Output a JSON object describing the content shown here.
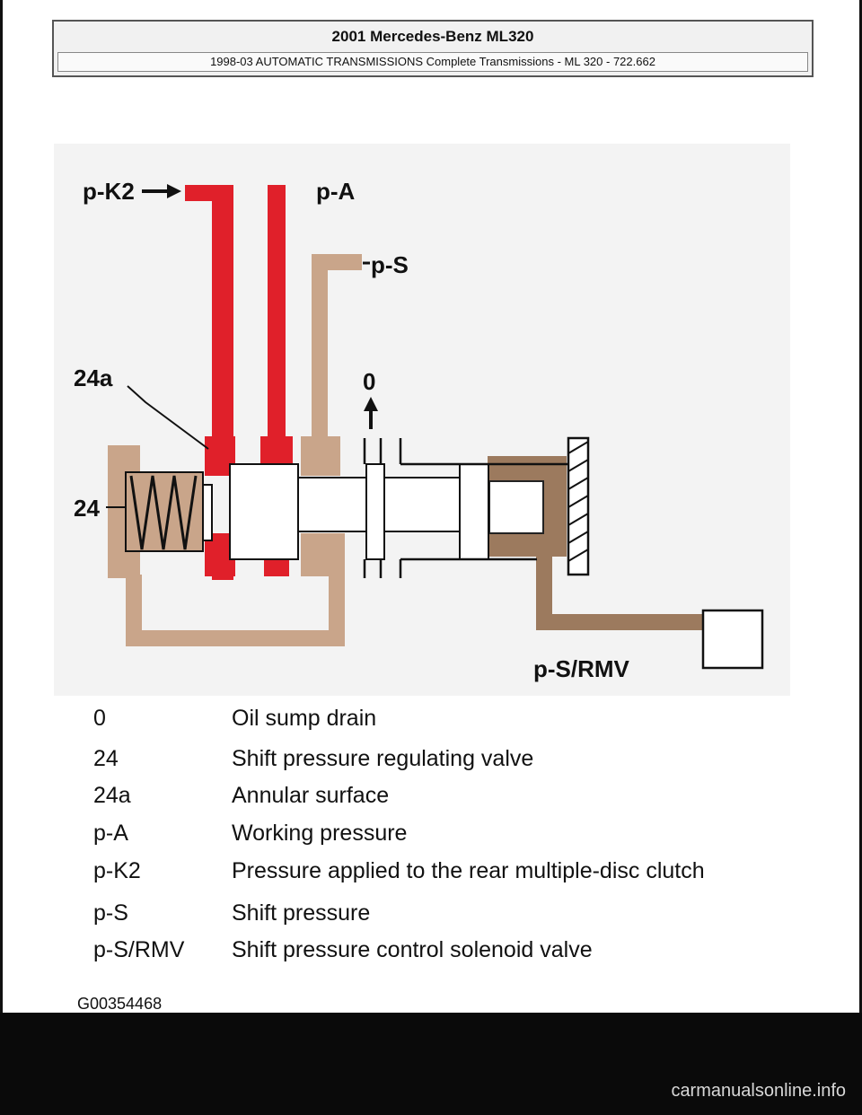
{
  "header": {
    "title": "2001 Mercedes-Benz ML320",
    "subtitle": "1998-03 AUTOMATIC TRANSMISSIONS Complete Transmissions - ML 320 - 722.662"
  },
  "diagram": {
    "labels": {
      "pk2": "p-K2",
      "pa": "p-A",
      "ps": "p-S",
      "zero": "0",
      "c24a": "24a",
      "c24": "24",
      "psrmv": "p-S/RMV"
    },
    "colors": {
      "working_pressure": "#e0202a",
      "shift_pressure": "#c9a58a",
      "solenoid_pressure": "#9c7a5e",
      "valve": "#ffffff",
      "outline": "#111111"
    }
  },
  "legend": [
    {
      "key": "0",
      "desc": "Oil sump drain"
    },
    {
      "key": "24",
      "desc": "Shift pressure regulating valve"
    },
    {
      "key": "24a",
      "desc": "Annular surface"
    },
    {
      "key": "p-A",
      "desc": "Working pressure"
    },
    {
      "key": "p-K2",
      "desc": "Pressure applied to the rear multiple-disc clutch"
    },
    {
      "key": "p-S",
      "desc": "Shift pressure"
    },
    {
      "key": "p-S/RMV",
      "desc": "Shift pressure control solenoid valve"
    }
  ],
  "figure_id": "G00354468",
  "watermark": "carmanualsonline.info"
}
